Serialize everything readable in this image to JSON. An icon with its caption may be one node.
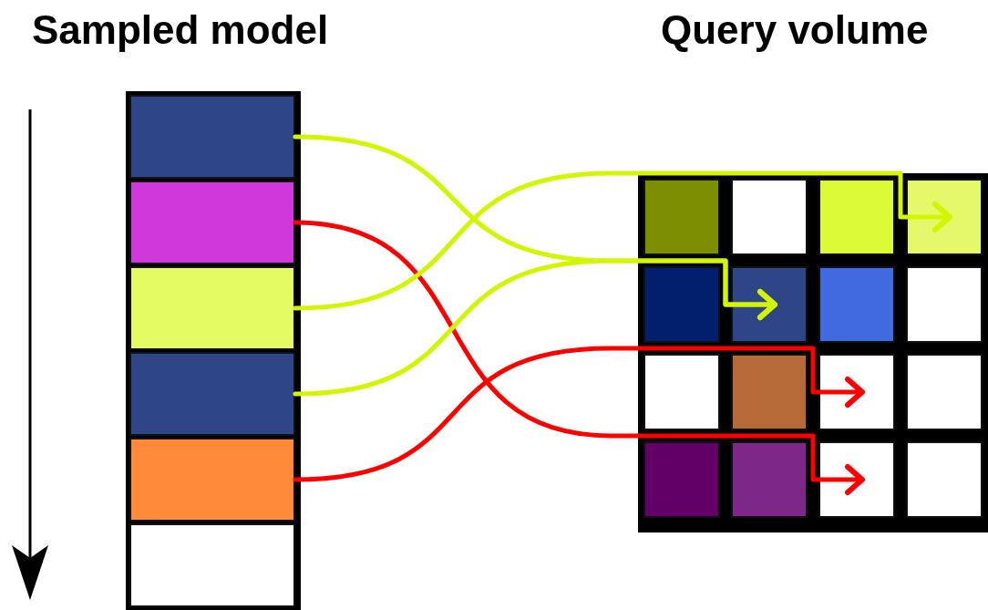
{
  "diagram": {
    "nodes": [
      {
        "text": [
          "Sampled model"
        ]
      },
      {
        "text": [],
        "shape": "box",
        "in": 0
      },
      {
        "text": [],
        "shape": "box",
        "in": 0
      },
      {
        "text": [],
        "shape": "box",
        "in": 0
      },
      {
        "text": [],
        "shape": "box",
        "in": 0
      },
      {
        "text": [],
        "shape": "box",
        "in": 0
      },
      {
        "text": [],
        "shape": "box",
        "in": 0
      },
      {
        "text": [
          "Query volume"
        ]
      },
      {
        "text": [],
        "shape": "box",
        "in": 7
      },
      {
        "text": [],
        "shape": "box",
        "in": 7
      },
      {
        "text": [],
        "shape": "box",
        "in": 7
      },
      {
        "text": [],
        "shape": "box",
        "in": 7
      },
      {
        "text": [],
        "shape": "box",
        "in": 7
      },
      {
        "text": [],
        "shape": "box",
        "in": 7
      },
      {
        "text": [],
        "shape": "box",
        "in": 7
      },
      {
        "text": [],
        "shape": "box",
        "in": 7
      },
      {
        "text": [],
        "shape": "box",
        "in": 7
      },
      {
        "text": [],
        "shape": "box",
        "in": 7
      },
      {
        "text": [],
        "shape": "box",
        "in": 7
      },
      {
        "text": [],
        "shape": "box",
        "in": 7
      },
      {
        "text": [],
        "shape": "box",
        "in": 7
      },
      {
        "text": [],
        "shape": "box",
        "in": 7
      },
      {
        "text": [],
        "shape": "box",
        "in": 7
      },
      {
        "text": [],
        "shape": "box",
        "in": 7
      }
    ],
    "edges": [
      {
        "from": 1,
        "to": 13,
        "arrow": "to",
        "color": "#d4f500"
      },
      {
        "from": 2,
        "to": 22,
        "arrow": "to",
        "color": "#ff0000"
      },
      {
        "from": 3,
        "to": 11,
        "arrow": "to",
        "color": "#d4f500"
      },
      {
        "from": 4,
        "to": 13,
        "arrow": "to",
        "color": "#d4f500"
      },
      {
        "from": 5,
        "to": 18,
        "arrow": "to",
        "color": "#ff0000"
      }
    ]
  }
}
